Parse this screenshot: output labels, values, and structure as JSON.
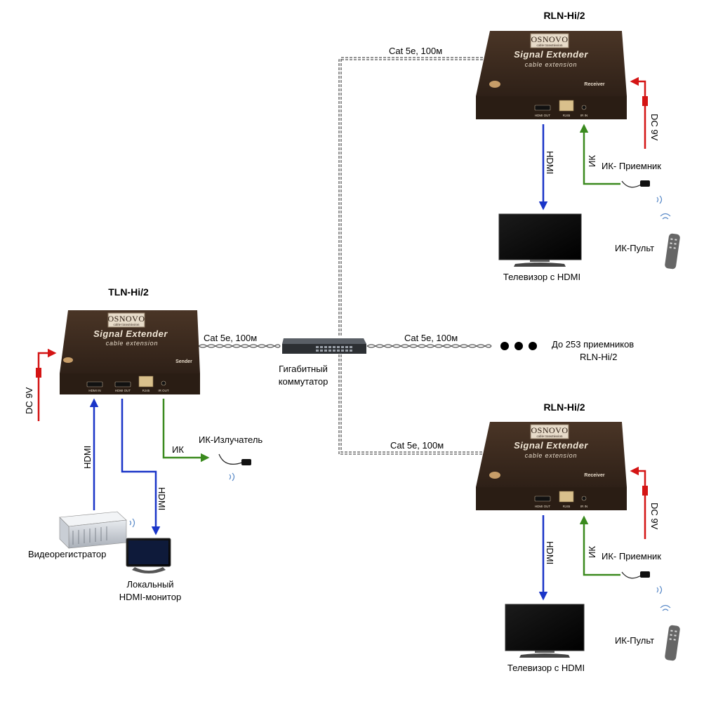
{
  "sender": {
    "title": "TLN-Hi/2",
    "brand": "OSNOVO",
    "brand_sub": "cable transmission",
    "big": "Signal Extender",
    "small": "cable extension",
    "role": "Sender",
    "ports": [
      "HDMI IN",
      "HDMI OUT",
      "RJ45",
      "IR OUT"
    ]
  },
  "receiver_top": {
    "title": "RLN-Hi/2",
    "brand": "OSNOVO",
    "brand_sub": "cable transmission",
    "big": "Signal Extender",
    "small": "cable extension",
    "role": "Receiver",
    "ports": [
      "HDMI OUT",
      "RJ45",
      "IR IN"
    ]
  },
  "receiver_bottom": {
    "title": "RLN-Hi/2",
    "brand": "OSNOVO",
    "brand_sub": "cable transmission",
    "big": "Signal Extender",
    "small": "cable extension",
    "role": "Receiver",
    "ports": [
      "HDMI OUT",
      "RJ45",
      "IR IN"
    ]
  },
  "cables": {
    "sender_switch": "Cat 5e, 100м",
    "switch_top": "Cat 5e, 100м",
    "switch_middle": "Cat 5e, 100м",
    "switch_bottom": "Cat 5e, 100м"
  },
  "switch": {
    "label_line1": "Гигабитный",
    "label_line2": "коммутатор"
  },
  "more_receivers": {
    "line1": "До 253 приемников",
    "line2": "RLN-Hi/2"
  },
  "sender_side": {
    "power": "DC 9V",
    "hdmi_in": "HDMI",
    "hdmi_out": "HDMI",
    "ir": "ИК",
    "ir_emitter": "ИК-Излучатель",
    "dvr": "Видеорегистратор",
    "monitor_line1": "Локальный",
    "monitor_line2": "HDMI-монитор"
  },
  "receiver_top_side": {
    "power": "DC 9V",
    "hdmi": "HDMI",
    "ir": "ИК",
    "ir_receiver": "ИК- Приемник",
    "remote": "ИК-Пульт",
    "tv": "Телевизор с HDMI"
  },
  "receiver_bottom_side": {
    "power": "DC 9V",
    "hdmi": "HDMI",
    "ir": "ИК",
    "ir_receiver": "ИК- Приемник",
    "remote": "ИК-Пульт",
    "tv": "Телевизор с HDMI"
  },
  "colors": {
    "hdmi": "#1a35c8",
    "ir": "#3a8a1e",
    "power": "#d41414",
    "device_body": "#3b2a1e",
    "cable": "#555555"
  }
}
